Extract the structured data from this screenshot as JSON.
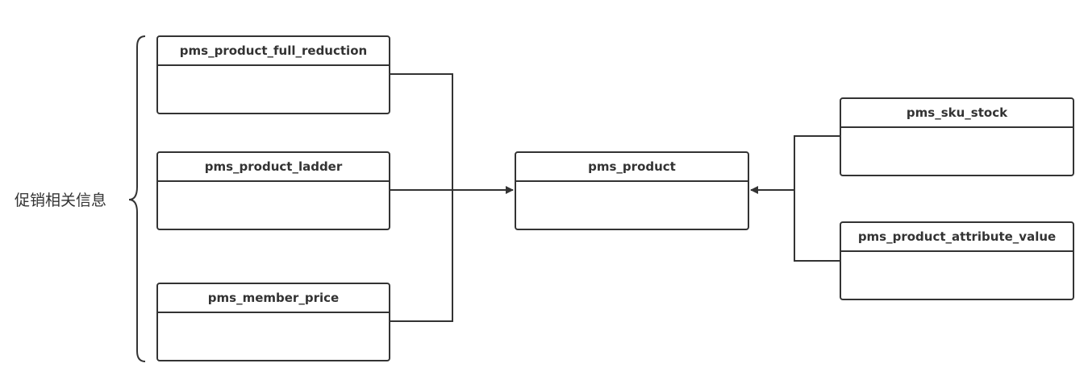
{
  "diagram": {
    "group_label": "促销相关信息",
    "entities": {
      "full_reduction": "pms_product_full_reduction",
      "ladder": "pms_product_ladder",
      "member_price": "pms_member_price",
      "product": "pms_product",
      "sku_stock": "pms_sku_stock",
      "attribute_value": "pms_product_attribute_value"
    },
    "colors": {
      "stroke": "#333333",
      "background": "#ffffff"
    }
  }
}
